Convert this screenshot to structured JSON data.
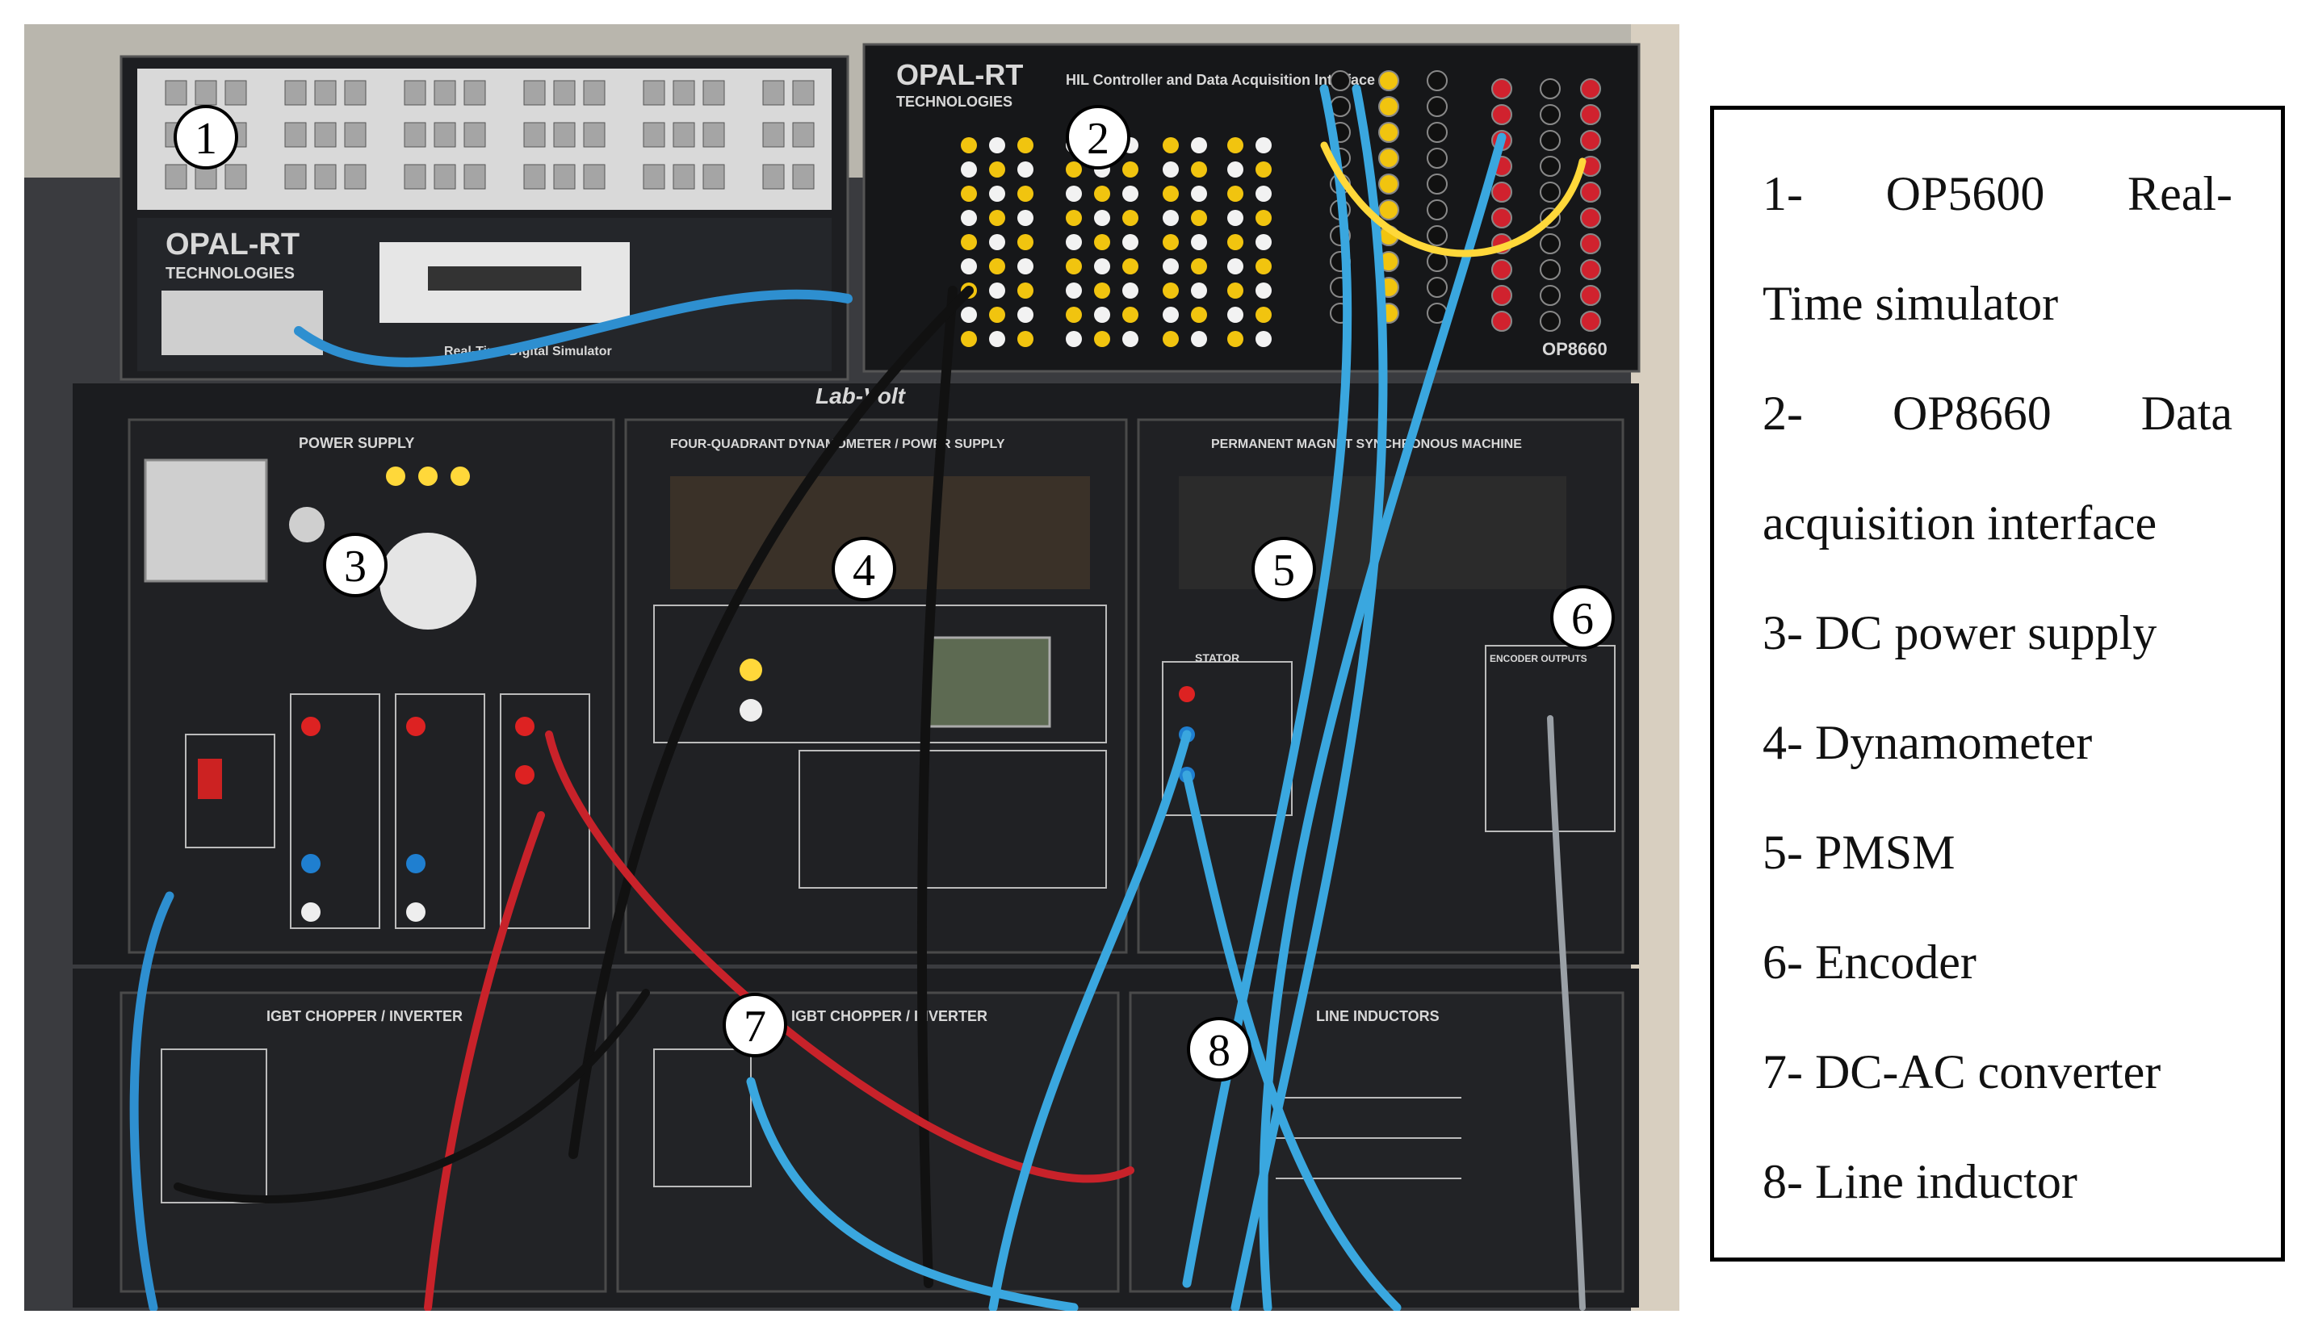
{
  "photo": {
    "panel_labels": {
      "brand_top": "OPAL-RT",
      "brand_sub": "TECHNOLOGIES",
      "rtds": "Real-Time Digital Simulator",
      "hil": "HIL Controller and Data Acquisition Interface",
      "op8660": "OP8660",
      "labvolt": "Lab-Volt",
      "power_supply": "POWER SUPPLY",
      "dynamometer": "FOUR-QUADRANT DYNAMOMETER / POWER SUPPLY",
      "pmsm": "PERMANENT MAGNET SYNCHRONOUS MACHINE",
      "igbt_left": "IGBT CHOPPER / INVERTER",
      "igbt_mid": "IGBT CHOPPER / INVERTER",
      "line_inductors": "LINE INDUCTORS",
      "stator": "STATOR",
      "encoder_outputs": "ENCODER OUTPUTS"
    },
    "markers": [
      "1",
      "2",
      "3",
      "4",
      "5",
      "6",
      "7",
      "8"
    ]
  },
  "legend": {
    "items": [
      "1-   OP5600   Real-",
      "Time simulator",
      "2-   OP8660   Data",
      "acquisition interface",
      "3- DC power supply",
      "4- Dynamometer",
      "5- PMSM",
      "6- Encoder",
      "7- DC-AC converter",
      "8- Line inductor"
    ]
  }
}
